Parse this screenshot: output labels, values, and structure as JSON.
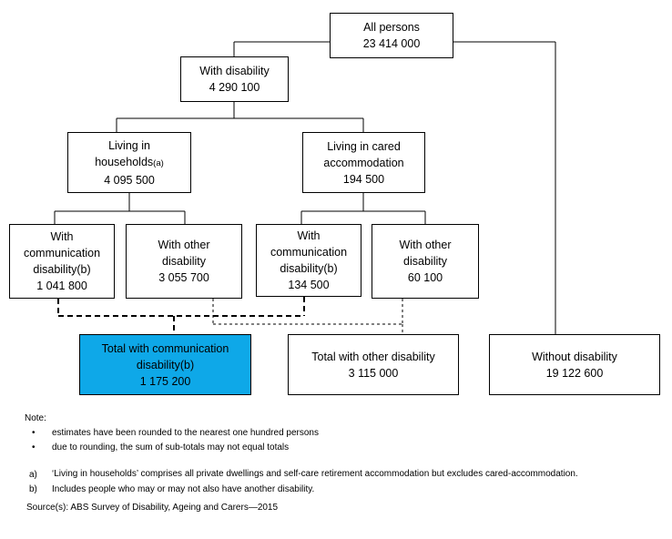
{
  "nodes": {
    "all_persons": {
      "label": "All persons",
      "value": "23 414 000"
    },
    "with_disability": {
      "label": "With disability",
      "value": "4 290 100"
    },
    "living_households": {
      "label_line1": "Living in",
      "label_line2": "households",
      "note_ref": "(a)",
      "value": "4 095 500"
    },
    "living_cared": {
      "label_line1": "Living in cared",
      "label_line2": "accommodation",
      "value": "194 500"
    },
    "hh_comm": {
      "label_line1": "With",
      "label_line2": "communication",
      "label_line3": "disability(b)",
      "value": "1 041 800"
    },
    "hh_other": {
      "label_line1": "With other",
      "label_line2": "disability",
      "value": "3 055 700"
    },
    "cared_comm": {
      "label_line1": "With",
      "label_line2": "communication",
      "label_line3": "disability(b)",
      "value": "134 500"
    },
    "cared_other": {
      "label_line1": "With other",
      "label_line2": "disability",
      "value": "60 100"
    },
    "total_comm": {
      "label_line1": "Total with communication",
      "label_line2": "disability(b)",
      "value": "1 175 200"
    },
    "total_other": {
      "label": "Total with other disability",
      "value": "3 115 000"
    },
    "without_disability": {
      "label": "Without disability",
      "value": "19 122 600"
    }
  },
  "colors": {
    "highlight": "#0ea8e8",
    "line": "#000000"
  },
  "notes": {
    "heading": "Note:",
    "bullets": [
      "estimates have been rounded to the nearest one hundred persons",
      "due to rounding, the sum of sub-totals may not equal totals"
    ],
    "footnotes": [
      {
        "tag": "a)",
        "text": "‘Living in households’ comprises all private dwellings and self-care retirement accommodation but excludes cared-accommodation."
      },
      {
        "tag": "b)",
        "text": "Includes people who may or may not also have another disability."
      }
    ],
    "source": "Source(s): ABS Survey of Disability, Ageing and Carers—2015"
  }
}
